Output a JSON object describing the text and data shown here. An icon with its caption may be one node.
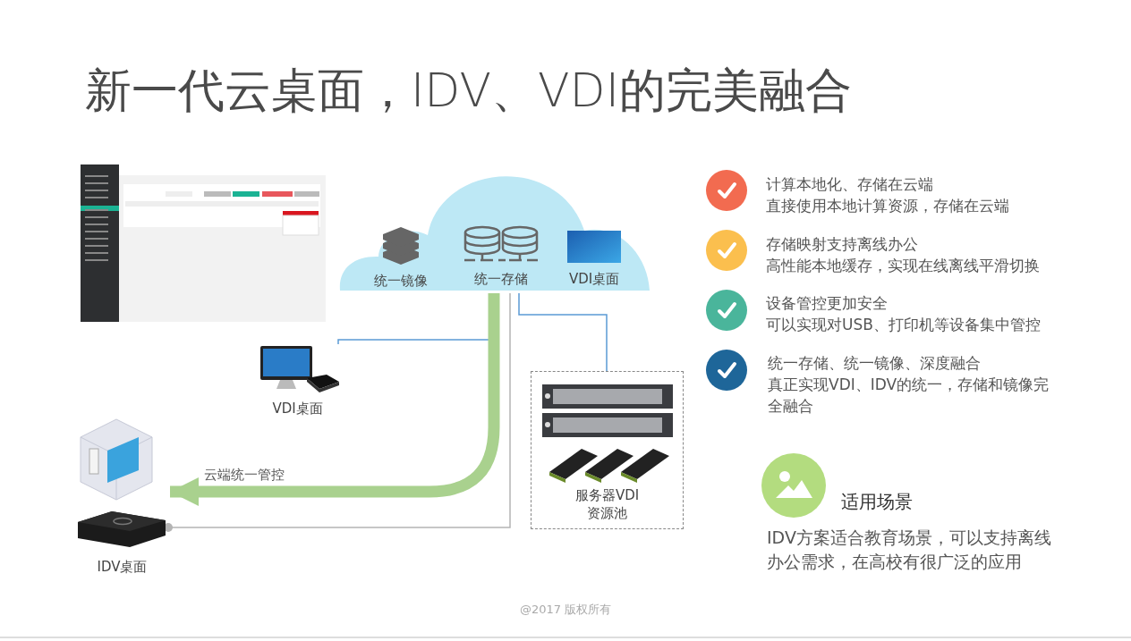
{
  "diagram": {
    "title": "新一代云桌面，IDV、VDI的完美融合",
    "nodes": [
      {
        "text": [],
        "shape": "cloud"
      },
      {
        "text": [
          "统一镜像"
        ],
        "in": 0
      },
      {
        "text": [
          "统一存储"
        ],
        "in": 0
      },
      {
        "text": [
          "VDI桌面"
        ],
        "in": 0
      },
      {
        "text": [
          "VDI桌面"
        ]
      },
      {
        "text": [
          "服务器VDI资源池"
        ]
      },
      {
        "text": [
          "IDV桌面"
        ]
      }
    ],
    "edges": [
      {
        "from": 0,
        "to": 4,
        "arrow": "none"
      },
      {
        "from": 0,
        "to": 5,
        "arrow": "none"
      },
      {
        "from": 0,
        "to": 6,
        "arrow": "to",
        "label": "云端统一管控",
        "style": "thick",
        "color": "#a9d18e"
      },
      {
        "from": 0,
        "to": 6,
        "arrow": "other",
        "color": "#b4b4b4"
      }
    ],
    "labels": [
      "计算本地化、存储在云端",
      "直接使用本地计算资源，存储在云端",
      "存储映射支持离线办公",
      "高性能本地缓存，实现在线离线平滑切换",
      "设备管控更加安全",
      "可以实现对USB、打印机等设备集中管控",
      "统一存储、统一镜像、深度融合",
      "真正实现VDI、IDV的统一，存储和镜像完全融合",
      "适用场景",
      "IDV方案适合教育场景，可以支持离线办公需求，在高校有很广泛的应用",
      "@2017 版权所有"
    ]
  }
}
